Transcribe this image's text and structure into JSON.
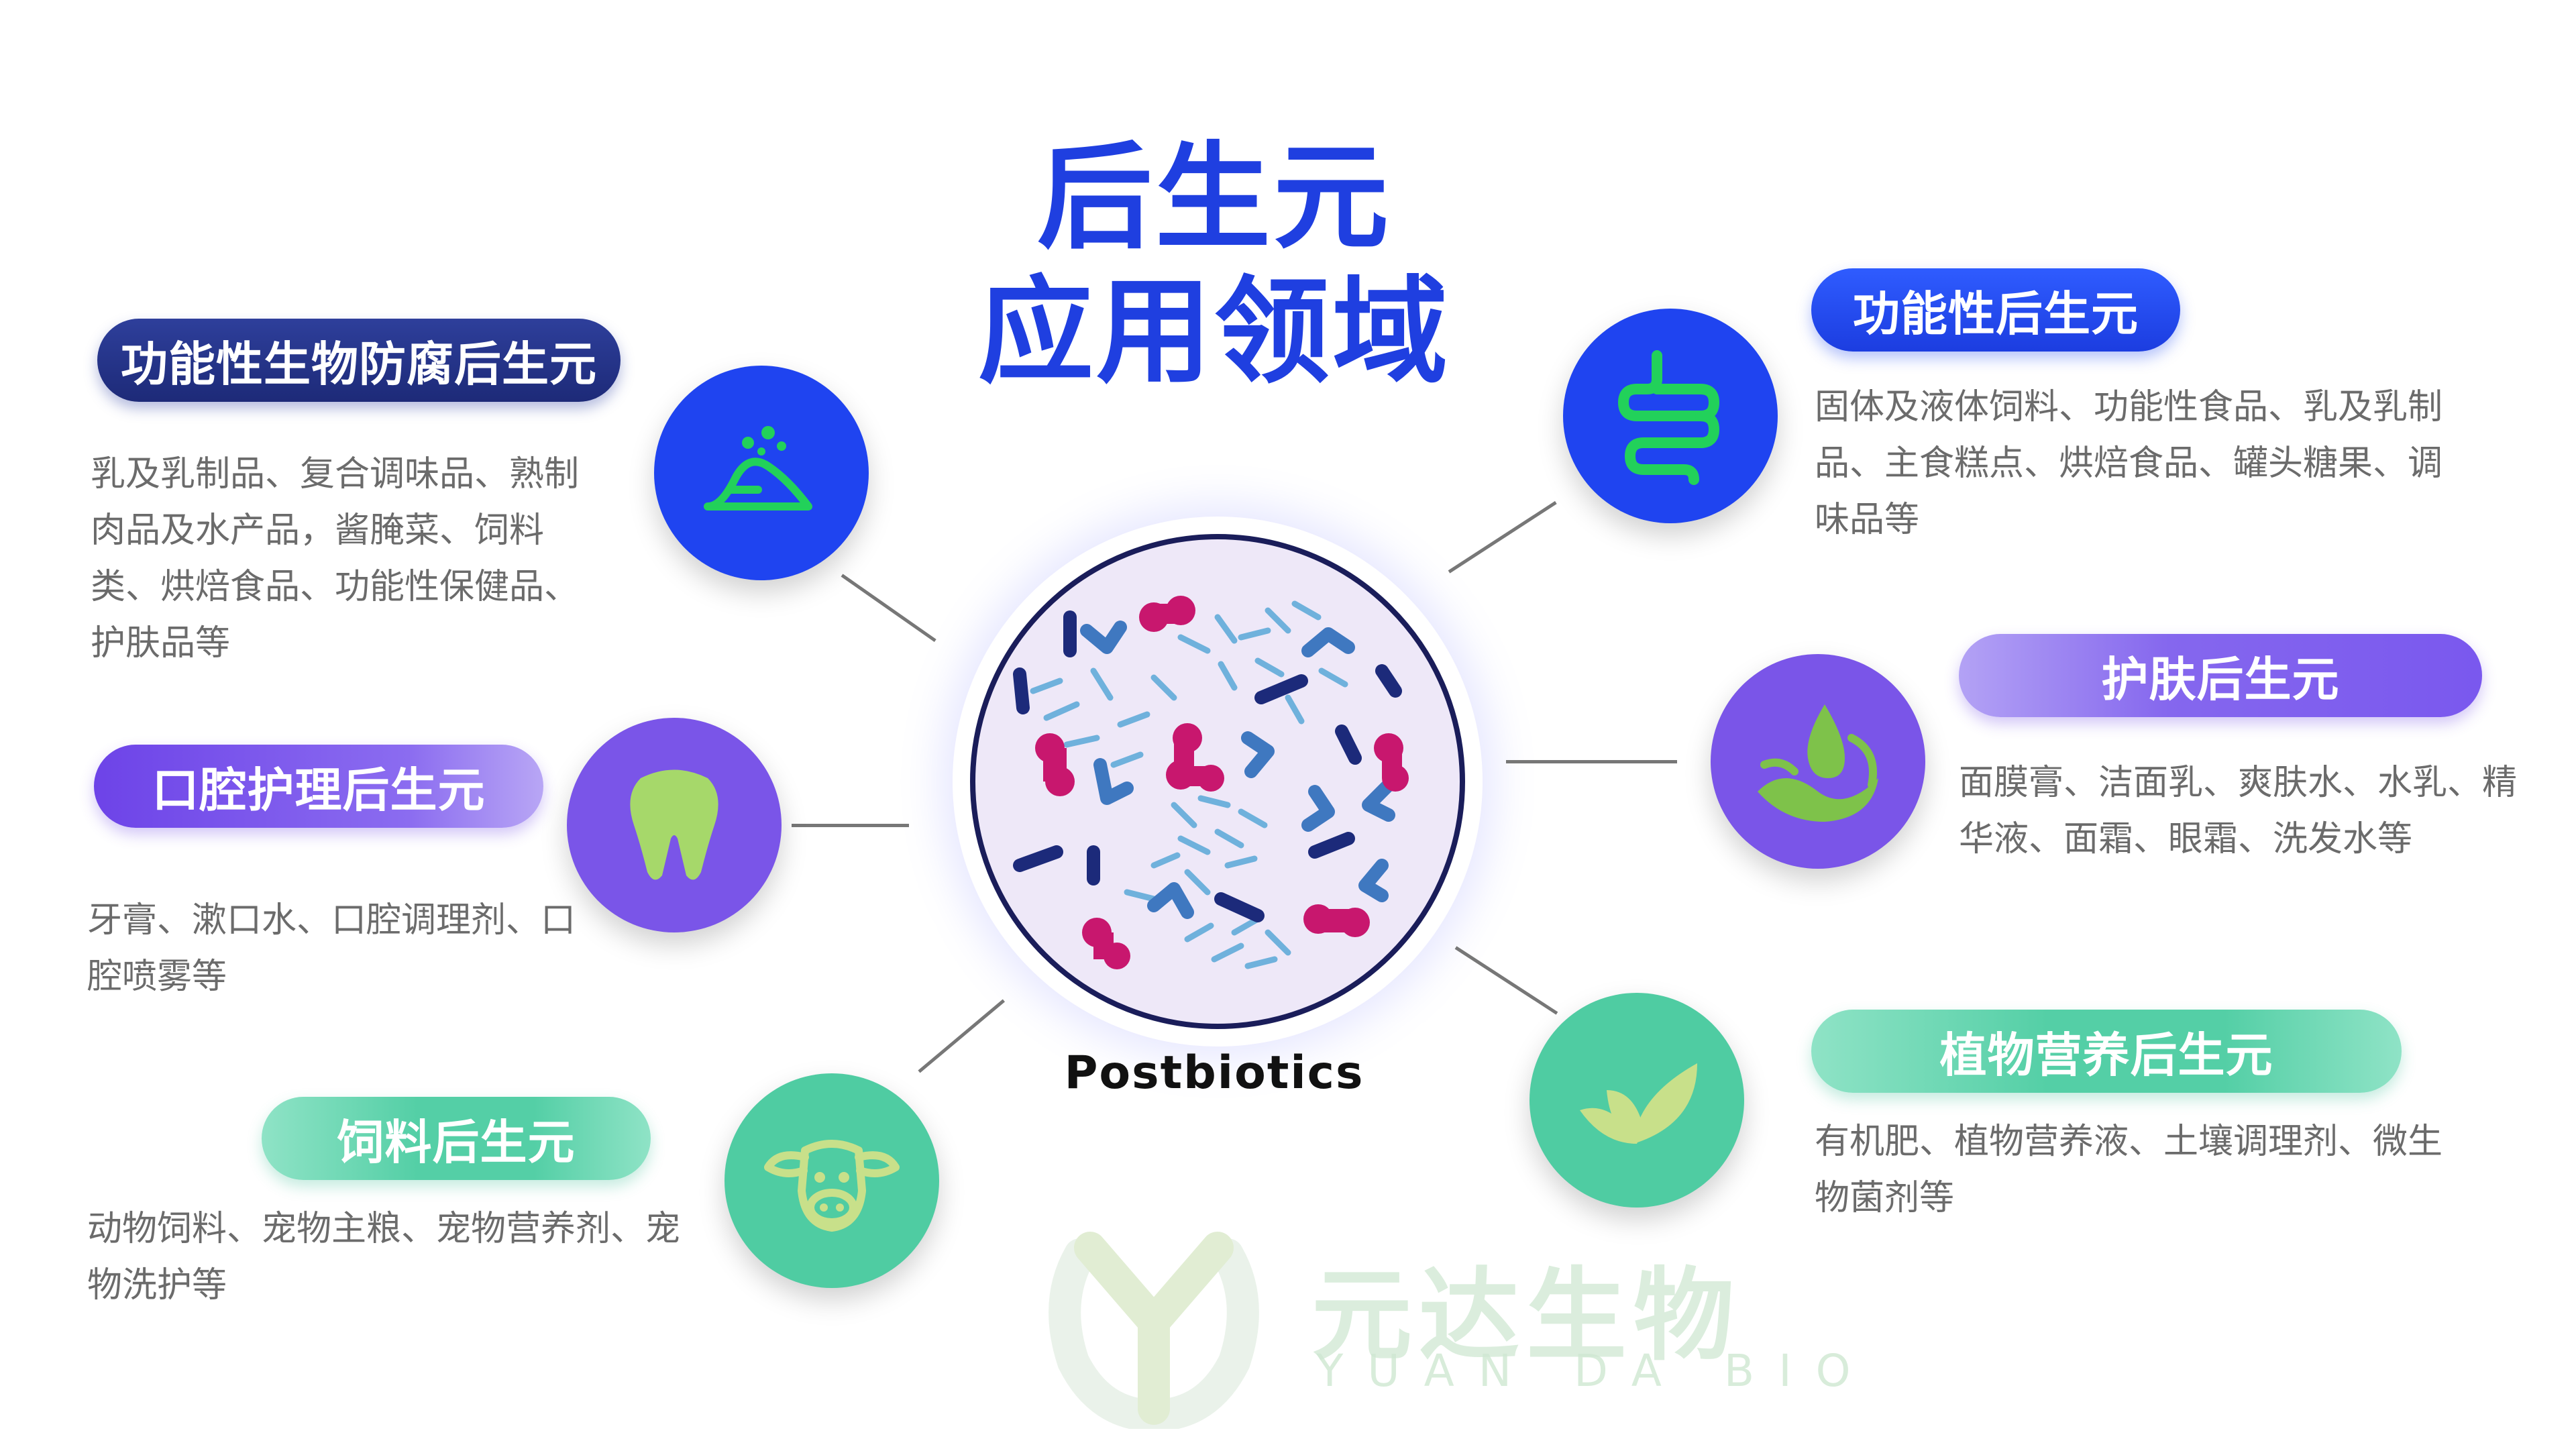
{
  "title": {
    "line1": "后生元",
    "line2": "应用领域"
  },
  "center": {
    "label": "Postbiotics"
  },
  "categories": [
    {
      "title": "功能性生物防腐后生元",
      "description": "乳及乳制品、复合调味品、熟制肉品及水产品，酱腌菜、饲料类、烘焙食品、功能性保健品、护肤品等",
      "icon": "food-powder-icon"
    },
    {
      "title": "口腔护理后生元",
      "description": "牙膏、漱口水、口腔调理剂、口腔喷雾等",
      "icon": "tooth-icon"
    },
    {
      "title": "饲料后生元",
      "description": "动物饲料、宠物主粮、宠物营养剂、宠物洗护等",
      "icon": "cow-icon"
    },
    {
      "title": "功能性后生元",
      "description": "固体及液体饲料、功能性食品、乳及乳制品、主食糕点、烘焙食品、罐头糖果、调味品等",
      "icon": "intestine-icon"
    },
    {
      "title": "护肤后生元",
      "description": "面膜膏、洁面乳、爽肤水、水乳、精华液、面霜、眼霜、洗发水等",
      "icon": "skincare-hand-icon"
    },
    {
      "title": "植物营养后生元",
      "description": "有机肥、植物营养液、土壤调理剂、微生物菌剂等",
      "icon": "leaf-icon"
    }
  ],
  "watermark": {
    "cn": "元达生物",
    "en": "YUAN DA BIO"
  },
  "colors": {
    "title": "#1f3fe0",
    "blue": "#1f44f0",
    "purple": "#7a55e8",
    "green": "#4fcca2"
  }
}
